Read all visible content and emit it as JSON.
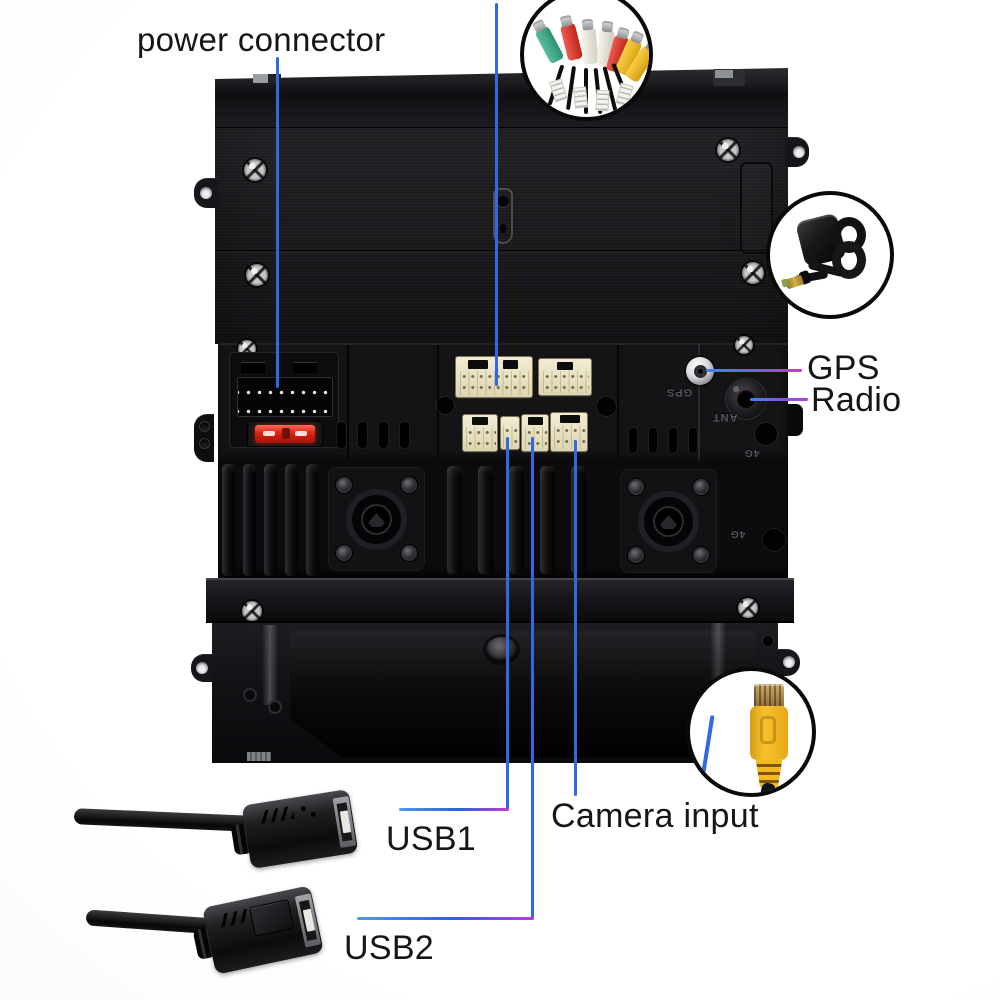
{
  "callout_labels": {
    "power_connector": "power connector",
    "gps": "GPS",
    "radio": "Radio",
    "usb1": "USB1",
    "usb2": "USB2",
    "camera_input": "Camera input"
  },
  "device_markings": {
    "antenna_socket": "ANT",
    "gps_socket": "GPS",
    "slot_4g_upper": "4G",
    "slot_4g_lower": "4G"
  },
  "callout_icons": {
    "top_circle": "rca-av-harness",
    "right_circle": "gps-antenna",
    "bottom_circle": "yellow-rca-video-plug"
  },
  "colors": {
    "leader_blue": "#2d6ae4",
    "leader_magenta": "#c438d8",
    "fuse_red": "#d92414",
    "connector_cream": "#e9e2c4",
    "rca_yellow": "#f4bc26",
    "rca_red": "#d93831",
    "rca_green": "#3fa98b",
    "rca_white": "#efece2",
    "label_text": "#161616"
  }
}
